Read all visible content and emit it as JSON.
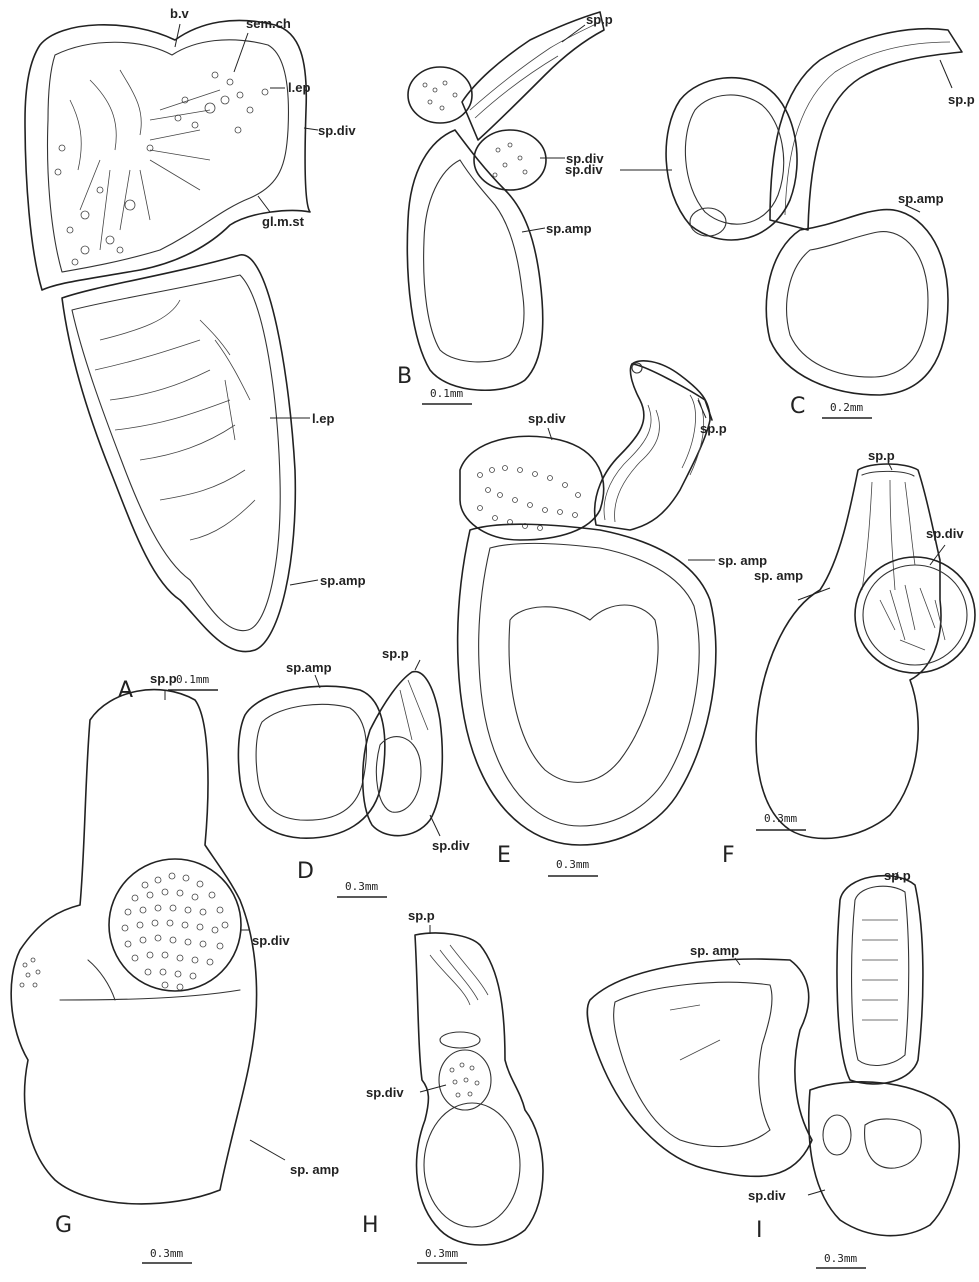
{
  "figures": [
    {
      "id": "A",
      "letter": "A",
      "scale": "0.1mm",
      "labels": [
        "b.v",
        "sem.ch",
        "l.ep",
        "sp.div",
        "gl.m.st",
        "l.ep",
        "sp.amp"
      ]
    },
    {
      "id": "B",
      "letter": "B",
      "scale": "0.1mm",
      "labels": [
        "sp.p",
        "sp.div",
        "sp.amp"
      ]
    },
    {
      "id": "C",
      "letter": "C",
      "scale": "0.2mm",
      "labels": [
        "sp.p",
        "sp.div",
        "sp.amp"
      ]
    },
    {
      "id": "D",
      "letter": "D",
      "scale": "0.3mm",
      "labels": [
        "sp.amp",
        "sp.p",
        "sp.div"
      ]
    },
    {
      "id": "E",
      "letter": "E",
      "scale": "0.3mm",
      "labels": [
        "sp.div",
        "sp.p",
        "sp. amp"
      ]
    },
    {
      "id": "F",
      "letter": "F",
      "scale": "0.3mm",
      "labels": [
        "sp.p",
        "sp.div",
        "sp. amp"
      ]
    },
    {
      "id": "G",
      "letter": "G",
      "scale": "0.3mm",
      "labels": [
        "sp.p",
        "sp.div",
        "sp. amp"
      ]
    },
    {
      "id": "H",
      "letter": "H",
      "scale": "0.3mm",
      "labels": [
        "sp.p",
        "sp.div"
      ]
    },
    {
      "id": "I",
      "letter": "I",
      "scale": "0.3mm",
      "labels": [
        "sp.p",
        "sp. amp",
        "sp.div"
      ]
    }
  ]
}
